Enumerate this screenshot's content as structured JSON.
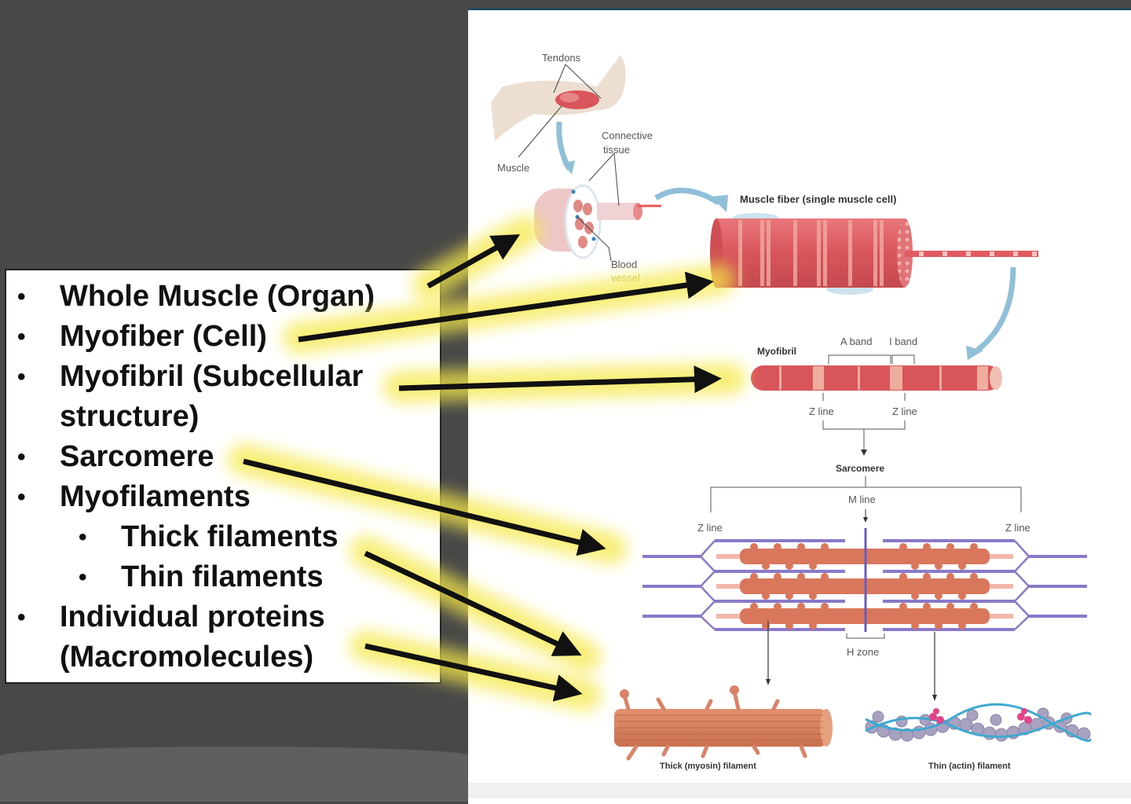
{
  "slide": {
    "bullets": [
      {
        "label": "Whole Muscle (Organ)",
        "level": 1
      },
      {
        "label": "Myofiber (Cell)",
        "level": 1
      },
      {
        "label": "Myofibril (Subcellular structure)",
        "level": 1,
        "line1": "Myofibril (Subcellular",
        "line2": "structure)"
      },
      {
        "label": "Sarcomere",
        "level": 1
      },
      {
        "label": "Myofilaments",
        "level": 1
      },
      {
        "label": "Thick filaments",
        "level": 2
      },
      {
        "label": "Thin filaments",
        "level": 2
      },
      {
        "label": "Individual proteins (Macromolecules)",
        "level": 1,
        "line1": "Individual proteins",
        "line2": "(Macromolecules)"
      }
    ],
    "bullet_glyph": "•",
    "highlight_color": "#f5e84a",
    "arrow_color": "#111111"
  },
  "figure": {
    "labels": {
      "tendons": "Tendons",
      "connective_tissue_1": "Connective",
      "connective_tissue_2": "tissue",
      "muscle": "Muscle",
      "blood_vessel_1": "Blood",
      "blood_vessel_2": "vessel",
      "muscle_fiber": "Muscle fiber (single muscle cell)",
      "myofibril": "Myofibril",
      "a_band": "A band",
      "i_band": "I band",
      "z_line_left": "Z line",
      "z_line_right": "Z line",
      "sarcomere": "Sarcomere",
      "m_line": "M line",
      "sarc_z_line_left": "Z line",
      "sarc_z_line_right": "Z line",
      "h_zone": "H zone",
      "thick_filament": "Thick (myosin) filament",
      "thin_filament": "Thin (actin) filament"
    },
    "colors": {
      "muscle_red": "#d9555c",
      "muscle_light": "#f2b7a8",
      "myosin": "#d9775c",
      "actin_purple": "#8a78c8",
      "actin_bead": "#a8a2c0",
      "tropomyosin": "#3fa9d0",
      "troponin": "#e0458a",
      "flow_arrow": "#8fc0d8",
      "panel_border": "#234a5c"
    }
  }
}
